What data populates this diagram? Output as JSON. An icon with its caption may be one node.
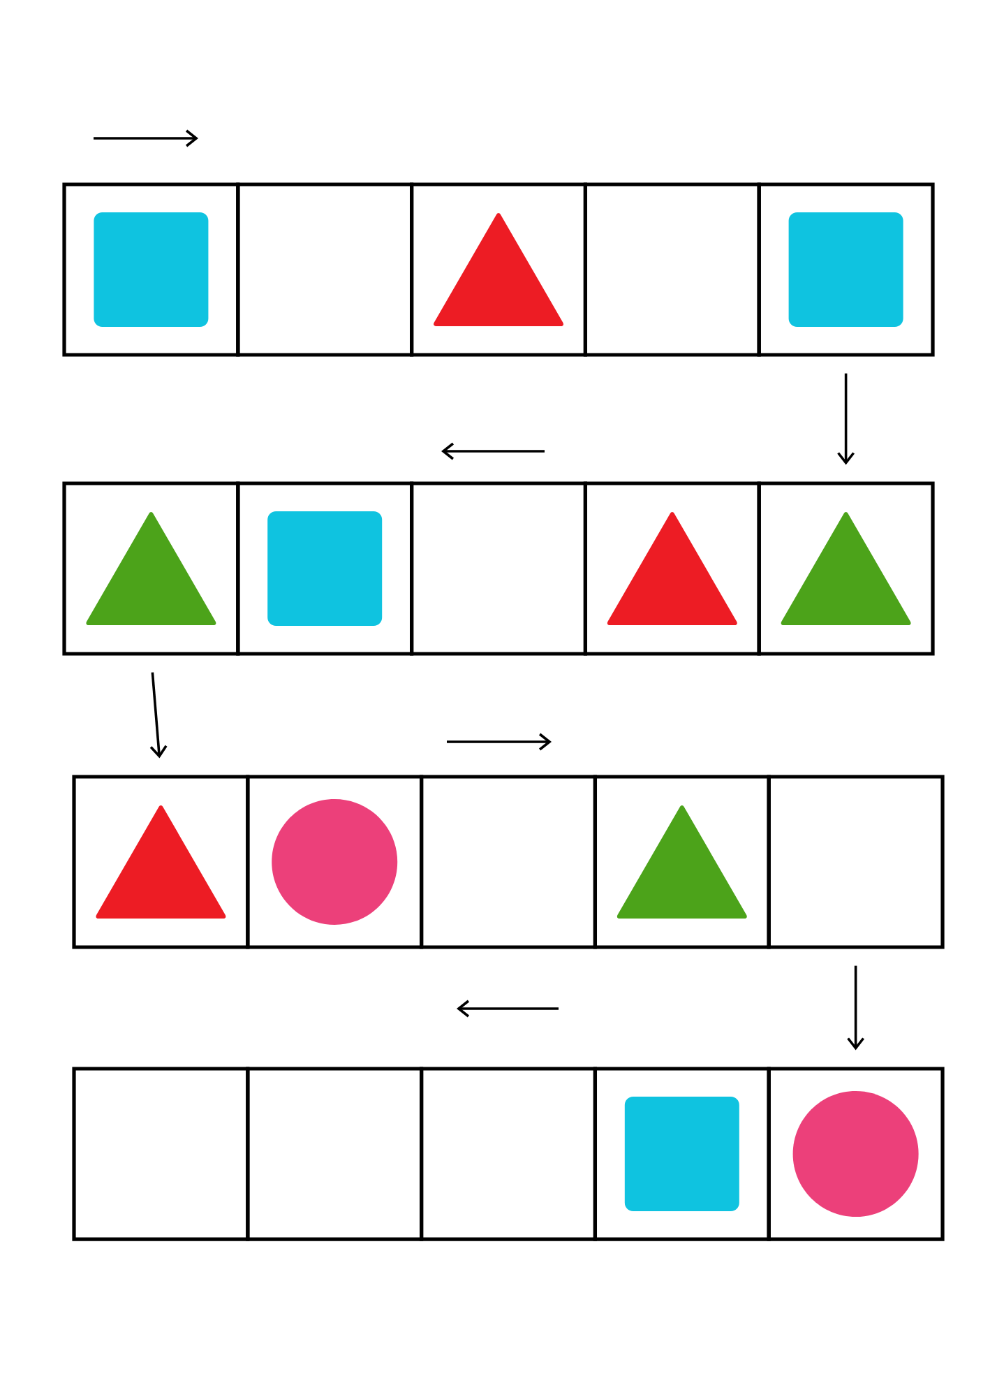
{
  "diagram": {
    "nodes": [
      {
        "text": [],
        "shape": "box"
      },
      {
        "text": [],
        "shape": "square",
        "in": 0
      },
      {
        "text": [],
        "shape": "box"
      },
      {
        "text": [],
        "shape": "box"
      },
      {
        "text": [],
        "shape": "triangle",
        "in": 3
      },
      {
        "text": [],
        "shape": "box"
      },
      {
        "text": [],
        "shape": "box"
      },
      {
        "text": [],
        "shape": "square",
        "in": 6
      },
      {
        "text": [],
        "shape": "box"
      },
      {
        "text": [],
        "shape": "triangle",
        "in": 8
      },
      {
        "text": [],
        "shape": "box"
      },
      {
        "text": [],
        "shape": "square",
        "in": 10
      },
      {
        "text": [],
        "shape": "box"
      },
      {
        "text": [],
        "shape": "box"
      },
      {
        "text": [],
        "shape": "triangle",
        "in": 13
      },
      {
        "text": [],
        "shape": "box"
      },
      {
        "text": [],
        "shape": "triangle",
        "in": 15
      },
      {
        "text": [],
        "shape": "box"
      },
      {
        "text": [],
        "shape": "triangle",
        "in": 17
      },
      {
        "text": [],
        "shape": "box"
      },
      {
        "text": [],
        "shape": "circle",
        "in": 19
      },
      {
        "text": [],
        "shape": "box"
      },
      {
        "text": [],
        "shape": "box"
      },
      {
        "text": [],
        "shape": "triangle",
        "in": 22
      },
      {
        "text": [],
        "shape": "box"
      },
      {
        "text": [],
        "shape": "box"
      },
      {
        "text": [],
        "shape": "box"
      },
      {
        "text": [],
        "shape": "box"
      },
      {
        "text": [],
        "shape": "box"
      },
      {
        "text": [],
        "shape": "square",
        "in": 28
      },
      {
        "text": [],
        "shape": "box"
      },
      {
        "text": [],
        "shape": "circle",
        "in": 30
      }
    ],
    "edges": [
      {
        "from": 6,
        "to": 15,
        "arrow": "to"
      },
      {
        "from": 8,
        "to": 17,
        "arrow": "to"
      },
      {
        "from": 24,
        "to": 30,
        "arrow": "to"
      }
    ]
  }
}
